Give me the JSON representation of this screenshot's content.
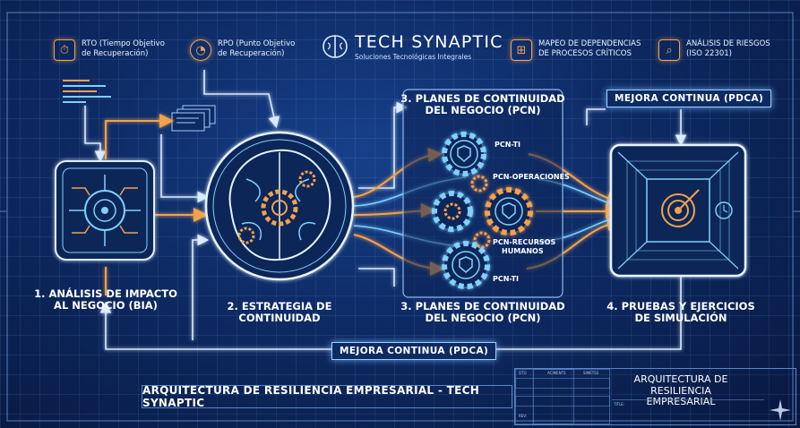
{
  "brand": {
    "name": "TECH SYNAPTIC",
    "tagline": "Soluciones Tecnológicas Integrales"
  },
  "legend": [
    {
      "icon": "stopwatch-doc-icon",
      "line1": "RTO (Tiempo Objetivo",
      "line2": "de Recuperación)"
    },
    {
      "icon": "timer-icon",
      "line1": "RPO (Punto Objetivo",
      "line2": "de Recuperación)"
    },
    {
      "icon": "dependency-map-icon",
      "line1": "MAPEO DE DEPENDENCIAS",
      "line2": "DE PROCESOS CRÍTICOS"
    },
    {
      "icon": "risk-analysis-icon",
      "line1": "ANÁLISIS DE RIESGOS",
      "line2": "(ISO 22301)"
    }
  ],
  "stages": {
    "bia": {
      "line1": "1. ANÁLISIS DE IMPACTO",
      "line2": "AL NEGOCIO (BIA)"
    },
    "strategy": {
      "line1": "2. ESTRATEGIA DE",
      "line2": "CONTINUIDAD"
    },
    "pcn_top": {
      "line1": "3. PLANES DE CONTINUIDAD",
      "line2": "DEL NEGOCIO (PCN)"
    },
    "pcn_bottom": {
      "line1": "3. PLANES DE CONTINUIDAD",
      "line2": "DEL NEGOCIO (PCN)"
    },
    "tests": {
      "line1": "4. PRUEBAS Y EJERCICIOS",
      "line2": "DE SIMULACIÓN"
    }
  },
  "plans": {
    "ti_top": "PCN-TI",
    "operaciones": "PCN-OPERACIONES",
    "recursos": "PCN-RECURSOS",
    "recursos2": "HUMANOS",
    "ti_bottom": "PCN-TI"
  },
  "pdca_top": "MEJORA CONTINUA (PDCA)",
  "pdca_bottom": "MEJORA CONTINUA (PDCA)",
  "footer_title": "ARQUITECTURA DE RESILIENCIA EMPRESARIAL - TECH SYNAPTIC",
  "title_block": {
    "line1": "ARQUITECTURA DE RESILIENCIA",
    "line2": "EMPRESARIAL",
    "col1": "DTO",
    "col2": "ACIMENTS",
    "col3": "SIMETSS",
    "label_title": "TITLE:",
    "label_rev": "REV:"
  },
  "colors": {
    "background": "#0b1f4d",
    "orange": "#f2a24b",
    "cyan": "#7fd1ff",
    "white": "#ffffff"
  }
}
